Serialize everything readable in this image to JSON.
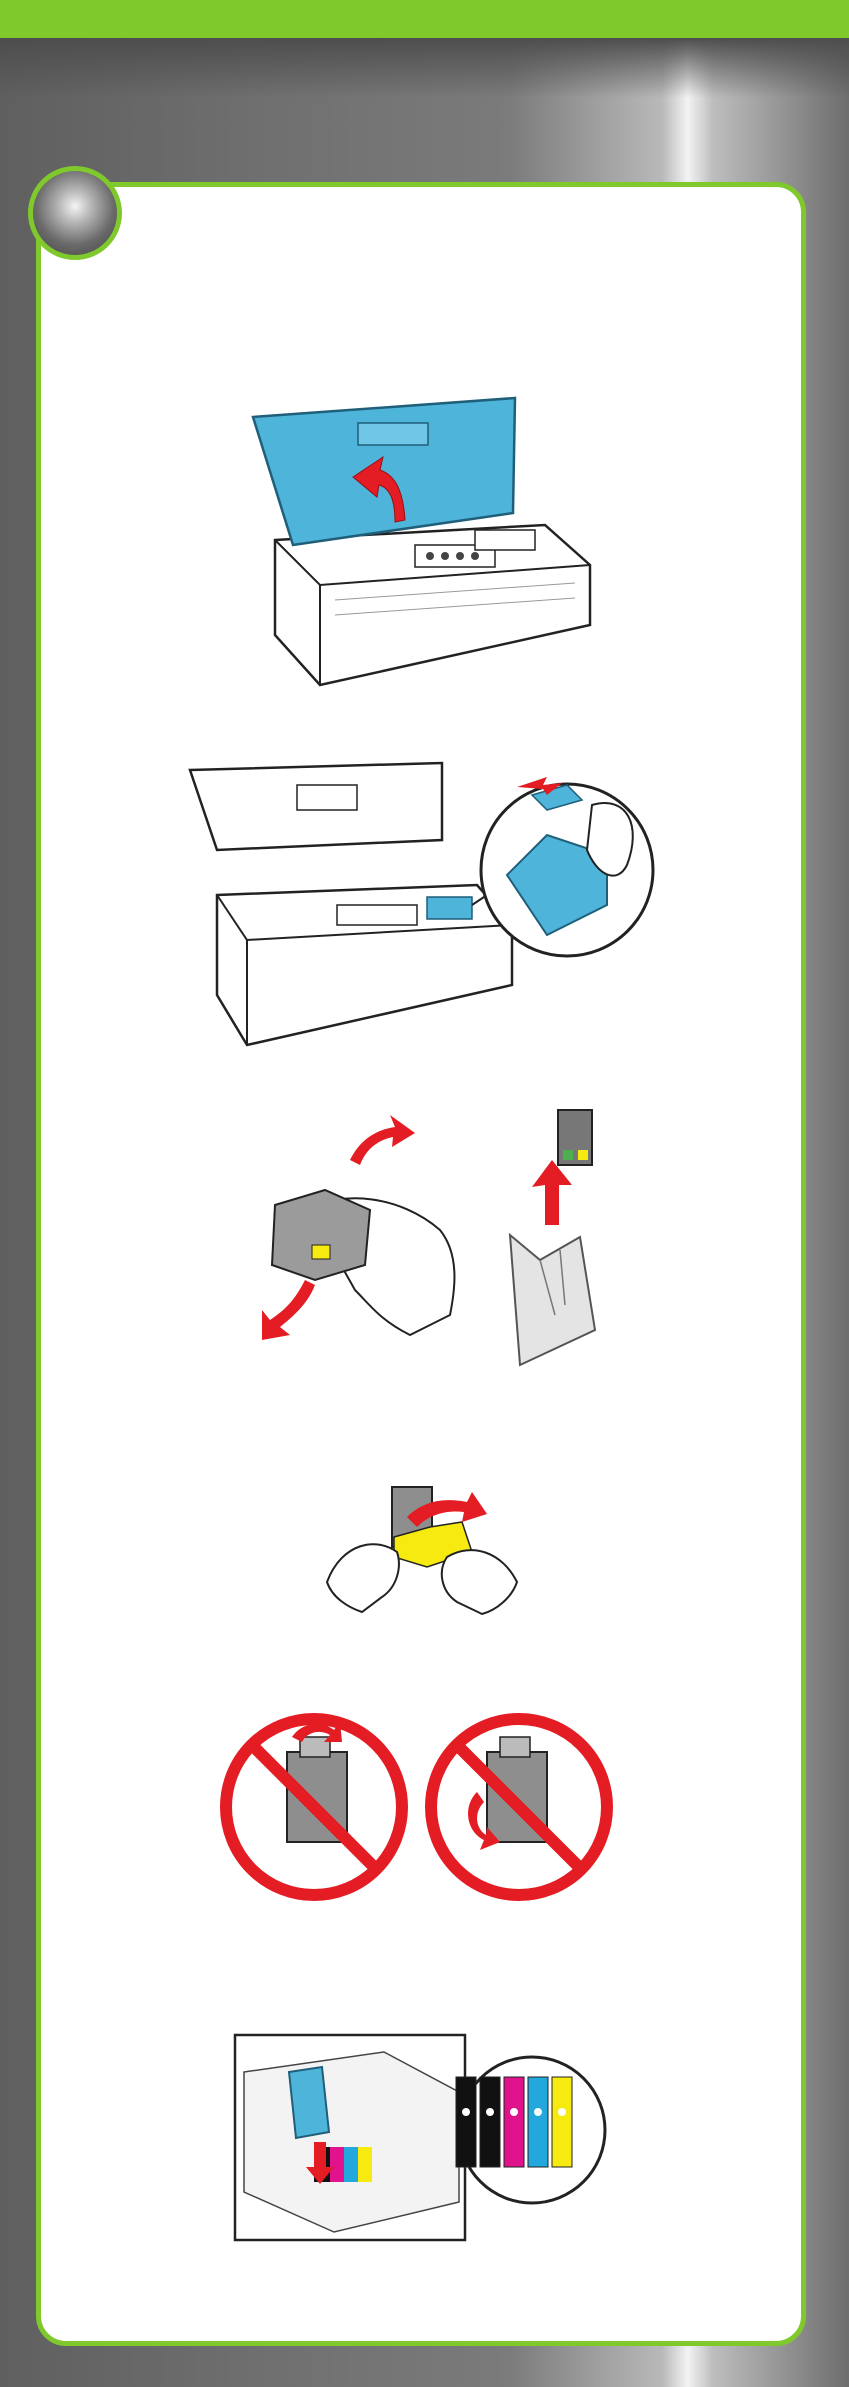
{
  "colors": {
    "accent_green": "#7fc92c",
    "panel_background": "#ffffff",
    "printer_cover_blue": "#4fb4d9",
    "arrow_red": "#e41c23",
    "ink_black": "#111111",
    "ink_cyan": "#22a8dc",
    "ink_magenta": "#e0138c",
    "ink_yellow": "#f7ea10"
  },
  "steps": [
    {
      "icon": "printer-open-cover-illustration"
    },
    {
      "icon": "printer-carriage-cartridge-illustration"
    },
    {
      "icon": "shake-and-unwrap-cartridge-illustration"
    },
    {
      "icon": "remove-yellow-tape-illustration"
    },
    {
      "icon": "do-not-touch-green-chip-illustration"
    },
    {
      "icon": "install-cartridge-color-slots-illustration"
    }
  ]
}
